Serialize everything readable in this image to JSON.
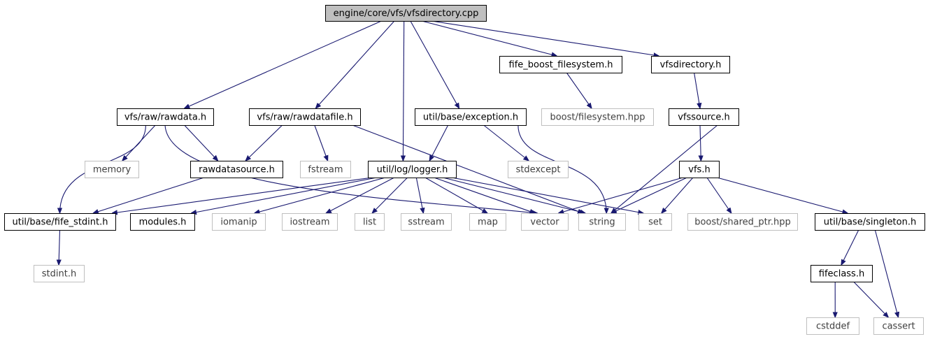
{
  "colors": {
    "edge": "#191970",
    "node_border": "#000000",
    "external_border": "#bfbfbf",
    "external_text": "#404040",
    "root_fill": "#bfbfbf",
    "node_fill": "#ffffff",
    "text": "#000000"
  },
  "graph": {
    "root": "n_root",
    "nodes": [
      {
        "id": "n_root",
        "label": "engine/core/vfs/vfsdirectory.cpp",
        "kind": "root"
      },
      {
        "id": "n_fbf",
        "label": "fife_boost_filesystem.h",
        "kind": "internal"
      },
      {
        "id": "n_vdh",
        "label": "vfsdirectory.h",
        "kind": "internal"
      },
      {
        "id": "n_rd",
        "label": "vfs/raw/rawdata.h",
        "kind": "internal"
      },
      {
        "id": "n_rdf",
        "label": "vfs/raw/rawdatafile.h",
        "kind": "internal"
      },
      {
        "id": "n_exc",
        "label": "util/base/exception.h",
        "kind": "internal"
      },
      {
        "id": "n_bfs",
        "label": "boost/filesystem.hpp",
        "kind": "external"
      },
      {
        "id": "n_vsrc",
        "label": "vfssource.h",
        "kind": "internal"
      },
      {
        "id": "n_mem",
        "label": "memory",
        "kind": "external"
      },
      {
        "id": "n_rds",
        "label": "rawdatasource.h",
        "kind": "internal"
      },
      {
        "id": "n_fst",
        "label": "fstream",
        "kind": "external"
      },
      {
        "id": "n_log",
        "label": "util/log/logger.h",
        "kind": "internal"
      },
      {
        "id": "n_stde",
        "label": "stdexcept",
        "kind": "external"
      },
      {
        "id": "n_vfs",
        "label": "vfs.h",
        "kind": "internal"
      },
      {
        "id": "n_fsi",
        "label": "util/base/fife_stdint.h",
        "kind": "internal"
      },
      {
        "id": "n_mod",
        "label": "modules.h",
        "kind": "internal"
      },
      {
        "id": "n_iom",
        "label": "iomanip",
        "kind": "external"
      },
      {
        "id": "n_ios",
        "label": "iostream",
        "kind": "external"
      },
      {
        "id": "n_lst",
        "label": "list",
        "kind": "external"
      },
      {
        "id": "n_sst",
        "label": "sstream",
        "kind": "external"
      },
      {
        "id": "n_map",
        "label": "map",
        "kind": "external"
      },
      {
        "id": "n_vec",
        "label": "vector",
        "kind": "external"
      },
      {
        "id": "n_str",
        "label": "string",
        "kind": "external"
      },
      {
        "id": "n_set",
        "label": "set",
        "kind": "external"
      },
      {
        "id": "n_bsp",
        "label": "boost/shared_ptr.hpp",
        "kind": "external"
      },
      {
        "id": "n_sgl",
        "label": "util/base/singleton.h",
        "kind": "internal"
      },
      {
        "id": "n_sdi",
        "label": "stdint.h",
        "kind": "external"
      },
      {
        "id": "n_fcl",
        "label": "fifeclass.h",
        "kind": "internal"
      },
      {
        "id": "n_csd",
        "label": "cstddef",
        "kind": "external"
      },
      {
        "id": "n_cas",
        "label": "cassert",
        "kind": "external"
      }
    ],
    "edges": [
      {
        "from": "n_root",
        "to": "n_rd"
      },
      {
        "from": "n_root",
        "to": "n_rdf"
      },
      {
        "from": "n_root",
        "to": "n_log"
      },
      {
        "from": "n_root",
        "to": "n_exc"
      },
      {
        "from": "n_root",
        "to": "n_fbf"
      },
      {
        "from": "n_root",
        "to": "n_vdh"
      },
      {
        "from": "n_fbf",
        "to": "n_bfs"
      },
      {
        "from": "n_vdh",
        "to": "n_vsrc"
      },
      {
        "from": "n_rd",
        "to": "n_fsi"
      },
      {
        "from": "n_rd",
        "to": "n_mem"
      },
      {
        "from": "n_rd",
        "to": "n_rds"
      },
      {
        "from": "n_rd",
        "to": "n_vec"
      },
      {
        "from": "n_rdf",
        "to": "n_rds"
      },
      {
        "from": "n_rdf",
        "to": "n_fst"
      },
      {
        "from": "n_rdf",
        "to": "n_str"
      },
      {
        "from": "n_exc",
        "to": "n_log"
      },
      {
        "from": "n_exc",
        "to": "n_stde"
      },
      {
        "from": "n_exc",
        "to": "n_str"
      },
      {
        "from": "n_vsrc",
        "to": "n_str"
      },
      {
        "from": "n_vsrc",
        "to": "n_vfs"
      },
      {
        "from": "n_rds",
        "to": "n_fsi"
      },
      {
        "from": "n_log",
        "to": "n_fsi"
      },
      {
        "from": "n_log",
        "to": "n_mod"
      },
      {
        "from": "n_log",
        "to": "n_iom"
      },
      {
        "from": "n_log",
        "to": "n_ios"
      },
      {
        "from": "n_log",
        "to": "n_lst"
      },
      {
        "from": "n_log",
        "to": "n_sst"
      },
      {
        "from": "n_log",
        "to": "n_map"
      },
      {
        "from": "n_log",
        "to": "n_vec"
      },
      {
        "from": "n_log",
        "to": "n_str"
      },
      {
        "from": "n_log",
        "to": "n_set"
      },
      {
        "from": "n_vfs",
        "to": "n_vec"
      },
      {
        "from": "n_vfs",
        "to": "n_str"
      },
      {
        "from": "n_vfs",
        "to": "n_set"
      },
      {
        "from": "n_vfs",
        "to": "n_bsp"
      },
      {
        "from": "n_vfs",
        "to": "n_sgl"
      },
      {
        "from": "n_fsi",
        "to": "n_sdi"
      },
      {
        "from": "n_sgl",
        "to": "n_fcl"
      },
      {
        "from": "n_sgl",
        "to": "n_cas"
      },
      {
        "from": "n_fcl",
        "to": "n_csd"
      },
      {
        "from": "n_fcl",
        "to": "n_cas"
      }
    ]
  }
}
